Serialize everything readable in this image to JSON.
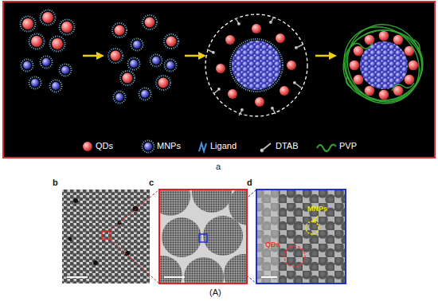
{
  "diagram": {
    "labels": [
      "a",
      "b",
      "c",
      "d",
      "MNPs",
      "QDs",
      "(A)"
    ],
    "legend": [
      {
        "text": "QDs"
      },
      {
        "text": "MNPs"
      },
      {
        "text": "Ligand"
      },
      {
        "text": "DTAB"
      },
      {
        "text": "PVP"
      }
    ]
  }
}
